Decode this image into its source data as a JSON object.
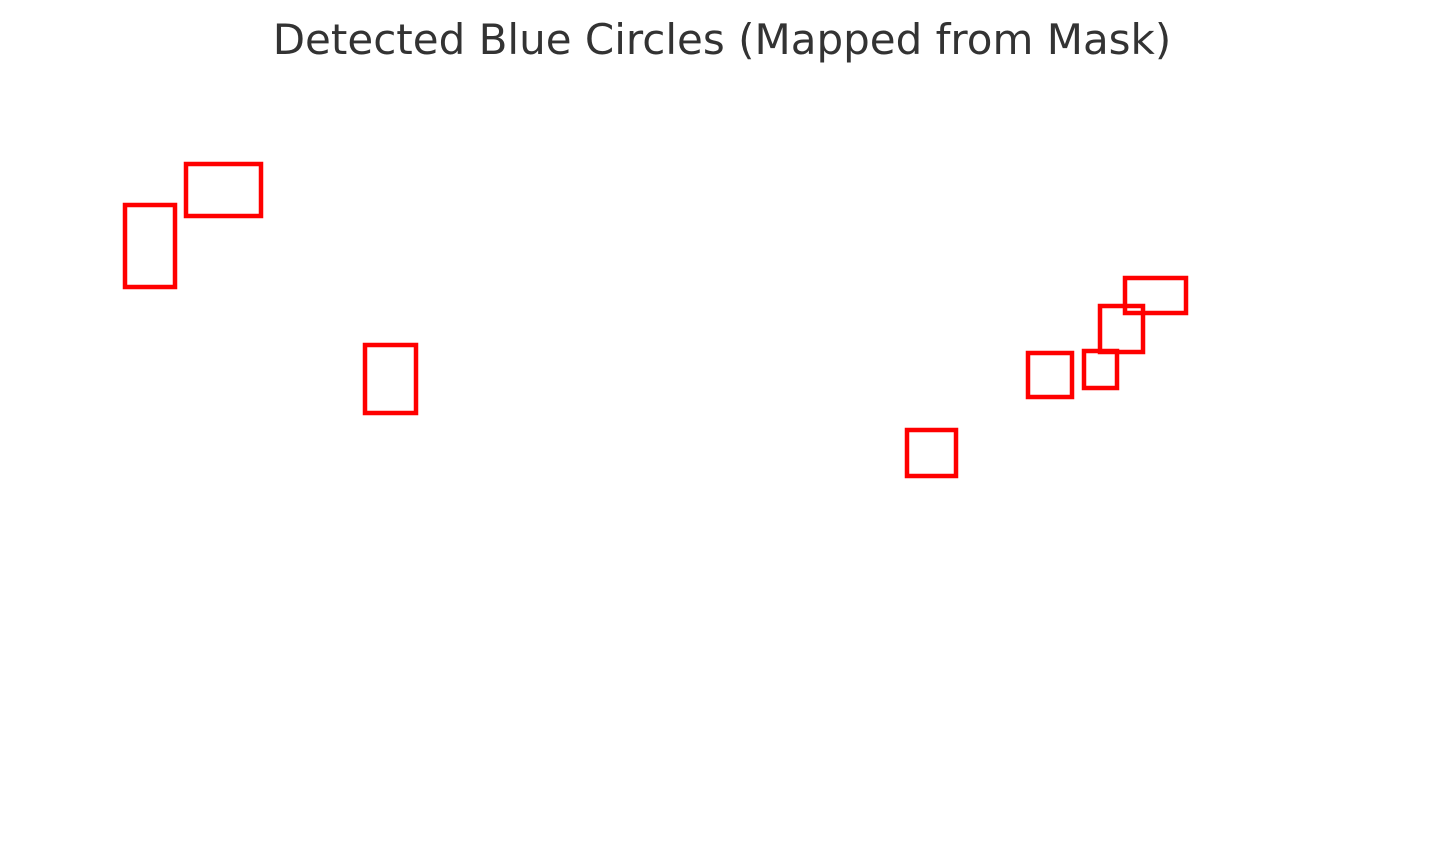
{
  "figure": {
    "title": "Detected Blue Circles (Mapped from Mask)"
  },
  "detections": {
    "count": 8,
    "box_color": "#ff0000",
    "box_shape": "rectangle-outline"
  }
}
